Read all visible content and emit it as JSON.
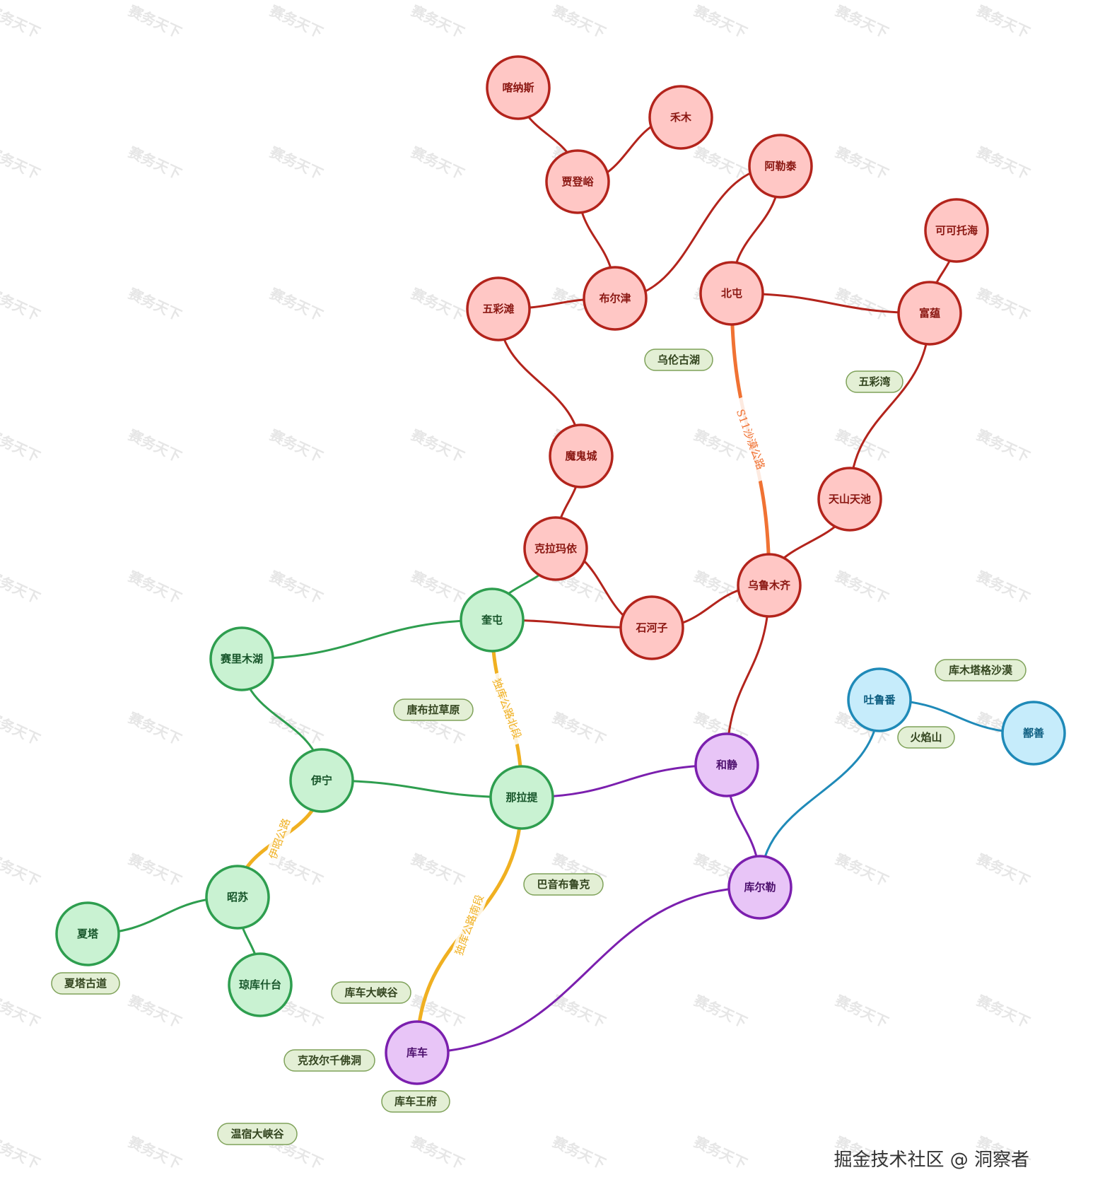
{
  "colors": {
    "red_fill": "#ffc7c5",
    "red_stroke": "#b3241c",
    "red_text": "#8a1712",
    "green_fill": "#c9f2d2",
    "green_stroke": "#2e9e4f",
    "green_text": "#17552a",
    "purple_fill": "#e8c5f7",
    "purple_stroke": "#7b1fae",
    "purple_text": "#4c0f6d",
    "blue_fill": "#c6ecfb",
    "blue_stroke": "#1f8ab8",
    "blue_text": "#0c5d80",
    "orange": "#f07233",
    "yellow": "#f0b021",
    "tag_fill": "#e3efd5",
    "tag_stroke": "#7fa25a",
    "watermark": "#e6e6e6"
  },
  "watermark_text": "赛务天下",
  "credit": "掘金技术社区 @ 洞察者",
  "nodes": [
    {
      "id": "kanas",
      "label": "喀纳斯",
      "group": "red"
    },
    {
      "id": "hemu",
      "label": "禾木",
      "group": "red"
    },
    {
      "id": "jiadengyu",
      "label": "贾登峪",
      "group": "red"
    },
    {
      "id": "aletai",
      "label": "阿勒泰",
      "group": "red"
    },
    {
      "id": "keketuohai",
      "label": "可可托海",
      "group": "red"
    },
    {
      "id": "wucaitan",
      "label": "五彩滩",
      "group": "red"
    },
    {
      "id": "buerjin",
      "label": "布尔津",
      "group": "red"
    },
    {
      "id": "beitun",
      "label": "北屯",
      "group": "red"
    },
    {
      "id": "fuyun",
      "label": "富蕴",
      "group": "red"
    },
    {
      "id": "moguicheng",
      "label": "魔鬼城",
      "group": "red"
    },
    {
      "id": "tianshantianchi",
      "label": "天山天池",
      "group": "red"
    },
    {
      "id": "kelamayi",
      "label": "克拉玛依",
      "group": "red"
    },
    {
      "id": "wulumuqi",
      "label": "乌鲁木齐",
      "group": "red"
    },
    {
      "id": "shihezi",
      "label": "石河子",
      "group": "red"
    },
    {
      "id": "kuitun",
      "label": "奎屯",
      "group": "green"
    },
    {
      "id": "sailimuhu",
      "label": "赛里木湖",
      "group": "green"
    },
    {
      "id": "yining",
      "label": "伊宁",
      "group": "green"
    },
    {
      "id": "nalati",
      "label": "那拉提",
      "group": "green"
    },
    {
      "id": "zhaosu",
      "label": "昭苏",
      "group": "green"
    },
    {
      "id": "xiata",
      "label": "夏塔",
      "group": "green"
    },
    {
      "id": "qiongkushitai",
      "label": "琼库什台",
      "group": "green"
    },
    {
      "id": "hejing",
      "label": "和静",
      "group": "purple"
    },
    {
      "id": "kuerle",
      "label": "库尔勒",
      "group": "purple"
    },
    {
      "id": "kuche",
      "label": "库车",
      "group": "purple"
    },
    {
      "id": "tulufan",
      "label": "吐鲁番",
      "group": "blue"
    },
    {
      "id": "shanshan",
      "label": "鄯善",
      "group": "blue"
    }
  ],
  "edges": [
    {
      "from": "kanas",
      "to": "jiadengyu",
      "color": "red"
    },
    {
      "from": "hemu",
      "to": "jiadengyu",
      "color": "red"
    },
    {
      "from": "jiadengyu",
      "to": "buerjin",
      "color": "red"
    },
    {
      "from": "buerjin",
      "to": "aletai",
      "color": "red"
    },
    {
      "from": "wucaitan",
      "to": "buerjin",
      "color": "red"
    },
    {
      "from": "aletai",
      "to": "beitun",
      "color": "red"
    },
    {
      "from": "beitun",
      "to": "fuyun",
      "color": "red"
    },
    {
      "from": "keketuohai",
      "to": "fuyun",
      "color": "red"
    },
    {
      "from": "fuyun",
      "to": "tianshantianchi",
      "color": "red"
    },
    {
      "from": "tianshantianchi",
      "to": "wulumuqi",
      "color": "red"
    },
    {
      "from": "wucaitan",
      "to": "moguicheng",
      "color": "red"
    },
    {
      "from": "moguicheng",
      "to": "kelamayi",
      "color": "red"
    },
    {
      "from": "kelamayi",
      "to": "shihezi",
      "color": "red"
    },
    {
      "from": "shihezi",
      "to": "wulumuqi",
      "color": "red"
    },
    {
      "from": "kuitun",
      "to": "shihezi",
      "color": "red"
    },
    {
      "from": "beitun",
      "to": "wulumuqi",
      "color": "orange",
      "label": "S11沙漠公路"
    },
    {
      "from": "wulumuqi",
      "to": "hejing",
      "color": "red"
    },
    {
      "from": "kelamayi",
      "to": "kuitun",
      "color": "green"
    },
    {
      "from": "kuitun",
      "to": "sailimuhu",
      "color": "green"
    },
    {
      "from": "sailimuhu",
      "to": "yining",
      "color": "green"
    },
    {
      "from": "yining",
      "to": "nalati",
      "color": "green"
    },
    {
      "from": "zhaosu",
      "to": "xiata",
      "color": "green"
    },
    {
      "from": "zhaosu",
      "to": "qiongkushitai",
      "color": "green"
    },
    {
      "from": "yining",
      "to": "zhaosu",
      "color": "yellow",
      "label": "伊昭公路"
    },
    {
      "from": "kuitun",
      "to": "nalati",
      "color": "yellow",
      "label": "独库公路北段"
    },
    {
      "from": "nalati",
      "to": "kuche",
      "color": "yellow",
      "label": "独库公路南段"
    },
    {
      "from": "nalati",
      "to": "hejing",
      "color": "purple"
    },
    {
      "from": "hejing",
      "to": "kuerle",
      "color": "purple"
    },
    {
      "from": "kuerle",
      "to": "kuche",
      "color": "purple"
    },
    {
      "from": "kuerle",
      "to": "tulufan",
      "color": "blue"
    },
    {
      "from": "tulufan",
      "to": "shanshan",
      "color": "blue"
    }
  ],
  "tags": [
    {
      "id": "wulungu",
      "label": "乌伦古湖"
    },
    {
      "id": "wucaiwan",
      "label": "五彩湾"
    },
    {
      "id": "kumutage",
      "label": "库木塔格沙漠"
    },
    {
      "id": "tangbula",
      "label": "唐布拉草原"
    },
    {
      "id": "huoyanshan",
      "label": "火焰山"
    },
    {
      "id": "bayinbuluke",
      "label": "巴音布鲁克"
    },
    {
      "id": "xiatagudao",
      "label": "夏塔古道"
    },
    {
      "id": "kuchedaxiagu",
      "label": "库车大峡谷"
    },
    {
      "id": "keziergr",
      "label": "克孜尔千佛洞"
    },
    {
      "id": "kuchewangfu",
      "label": "库车王府"
    },
    {
      "id": "wensu",
      "label": "温宿大峡谷"
    }
  ]
}
